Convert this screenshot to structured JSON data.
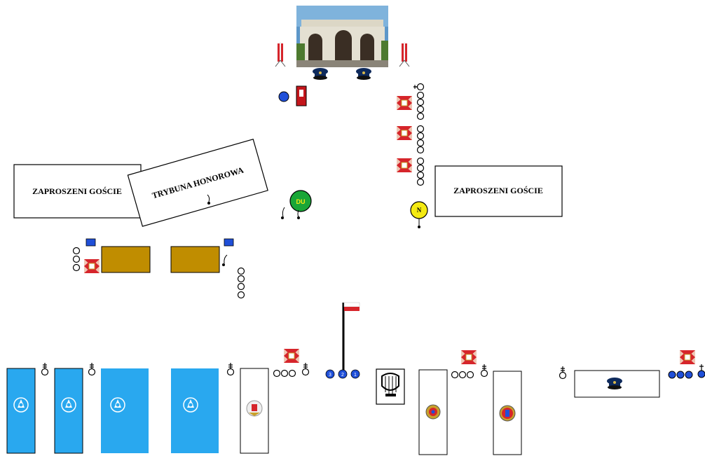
{
  "labels": {
    "guests_left": "ZAPROSZENI GOŚCIE",
    "tribune": "TRYBUNA HONOROWA",
    "guests_right": "ZAPROSZENI GOŚCIE",
    "du_marker": "DU",
    "n_marker": "N",
    "num_1": "1",
    "num_2": "2",
    "num_3": "3"
  },
  "colors": {
    "fire_blue": "#29a8ef",
    "gold_table": "#c08d00",
    "du_green": "#19a637",
    "n_yellow": "#f4ea12",
    "navy": "#0a3f9a",
    "marker_blue": "#1f4fd8",
    "red": "#d6252b"
  },
  "icons": {
    "photo": "tomb-of-unknown-soldier-photo",
    "flag_stand": "flag-stand-icon",
    "cap": "officer-cap-icon",
    "banner": "regimental-banner-icon",
    "lyre": "military-band-lyre-icon",
    "emblem": "fire-service-emblem-icon",
    "pl_flag": "polish-flag-icon",
    "person": "person-circle-icon",
    "commander": "commander-marker-icon"
  }
}
